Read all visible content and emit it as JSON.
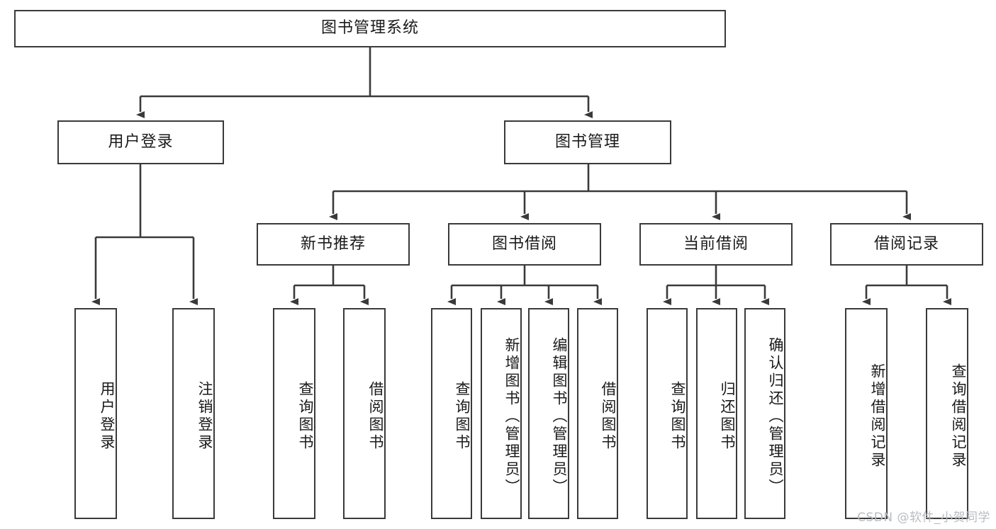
{
  "diagram": {
    "title": "图书管理系统",
    "watermark": "CSDN @软件_小贺同学",
    "root": {
      "label": "图书管理系统"
    },
    "level2": [
      {
        "label": "用户登录"
      },
      {
        "label": "图书管理"
      }
    ],
    "level3": [
      {
        "label": "新书推荐"
      },
      {
        "label": "图书借阅"
      },
      {
        "label": "当前借阅"
      },
      {
        "label": "借阅记录"
      }
    ],
    "leaves": {
      "user_login": [
        {
          "label": "用户登录"
        },
        {
          "label": "注销登录"
        }
      ],
      "new_book_recommend": [
        {
          "label": "查询图书"
        },
        {
          "label": "借阅图书"
        }
      ],
      "book_borrow": [
        {
          "label": "查询图书"
        },
        {
          "label": "新增图书（管理员）"
        },
        {
          "label": "编辑图书（管理员）"
        },
        {
          "label": "借阅图书"
        }
      ],
      "current_borrow": [
        {
          "label": "查询图书"
        },
        {
          "label": "归还图书"
        },
        {
          "label": "确认归还（管理员）"
        }
      ],
      "borrow_record": [
        {
          "label": "新增借阅记录"
        },
        {
          "label": "查询借阅记录"
        }
      ]
    },
    "colors": {
      "stroke": "#3a3a3a",
      "fill": "#ffffff",
      "text": "#1a1a1a",
      "watermark": "#b9bcc0"
    }
  }
}
